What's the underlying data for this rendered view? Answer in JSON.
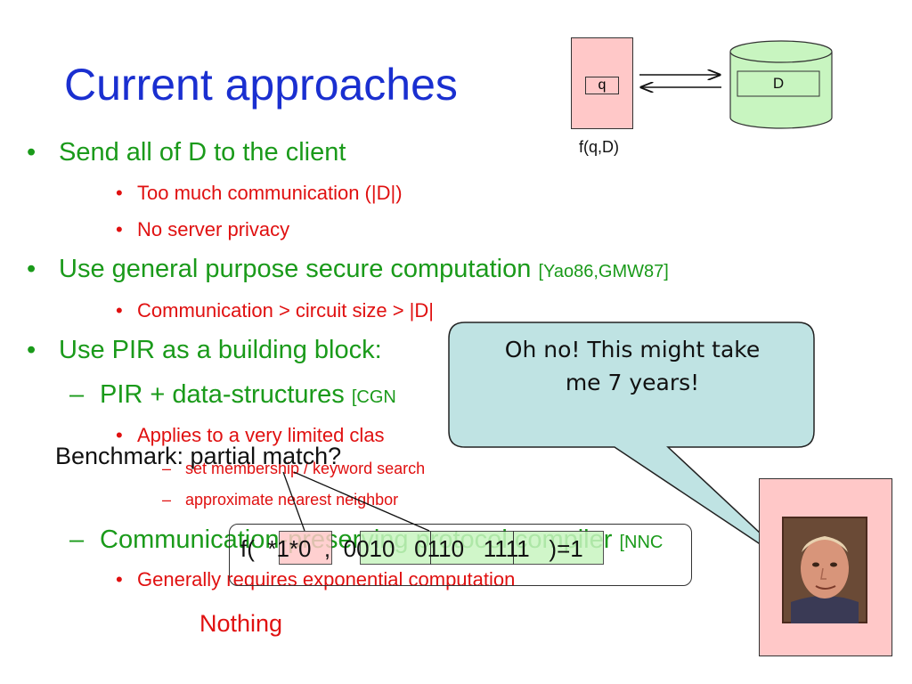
{
  "slide": {
    "title": "Current approaches",
    "bullets": [
      {
        "text": "Send all of D to the client"
      },
      {
        "text": "Too much communication (|D|)"
      },
      {
        "text": "No server privacy"
      },
      {
        "text": "Use general purpose secure computation ",
        "cite": "[Yao86,GMW87]"
      },
      {
        "text": "Communication > circuit size > |D|"
      },
      {
        "text": "Use PIR as a building block:"
      },
      {
        "text": "PIR + data-structures ",
        "cite": "[CGN"
      },
      {
        "text": "Applies to a very limited clas"
      },
      {
        "text": "set membership / keyword search"
      },
      {
        "text": "approximate nearest neighbor"
      },
      {
        "text": "Communication-preserving protocol compiler ",
        "cite": "[NNC"
      },
      {
        "text": "Generally requires exponential computation"
      }
    ],
    "bullet_glyph": "•",
    "dash_glyph": "–"
  },
  "diagram": {
    "client_label": "q",
    "server_label": "D",
    "result_label": "f(q,D)"
  },
  "benchmark": {
    "title": "Benchmark: partial match?",
    "expression": "f(  *1*0  ,  0010   0110   1111   )=1",
    "cells": [
      {
        "color": "#ffc8c8"
      },
      {
        "color": "#c8f5c0"
      },
      {
        "color": "#c8f5c0"
      },
      {
        "color": "#c8f5c0"
      }
    ]
  },
  "bubble": {
    "line1": "Oh no! This might take",
    "line2": "me 7 years!"
  },
  "footer": {
    "nothing": "Nothing"
  },
  "colors": {
    "title": "#1a2fd0",
    "level1": "#1a9a1a",
    "level2": "#e01010",
    "client_fill": "#ffc8c8",
    "server_fill": "#c8f5c0",
    "bubble_fill": "#bfe3e3"
  }
}
